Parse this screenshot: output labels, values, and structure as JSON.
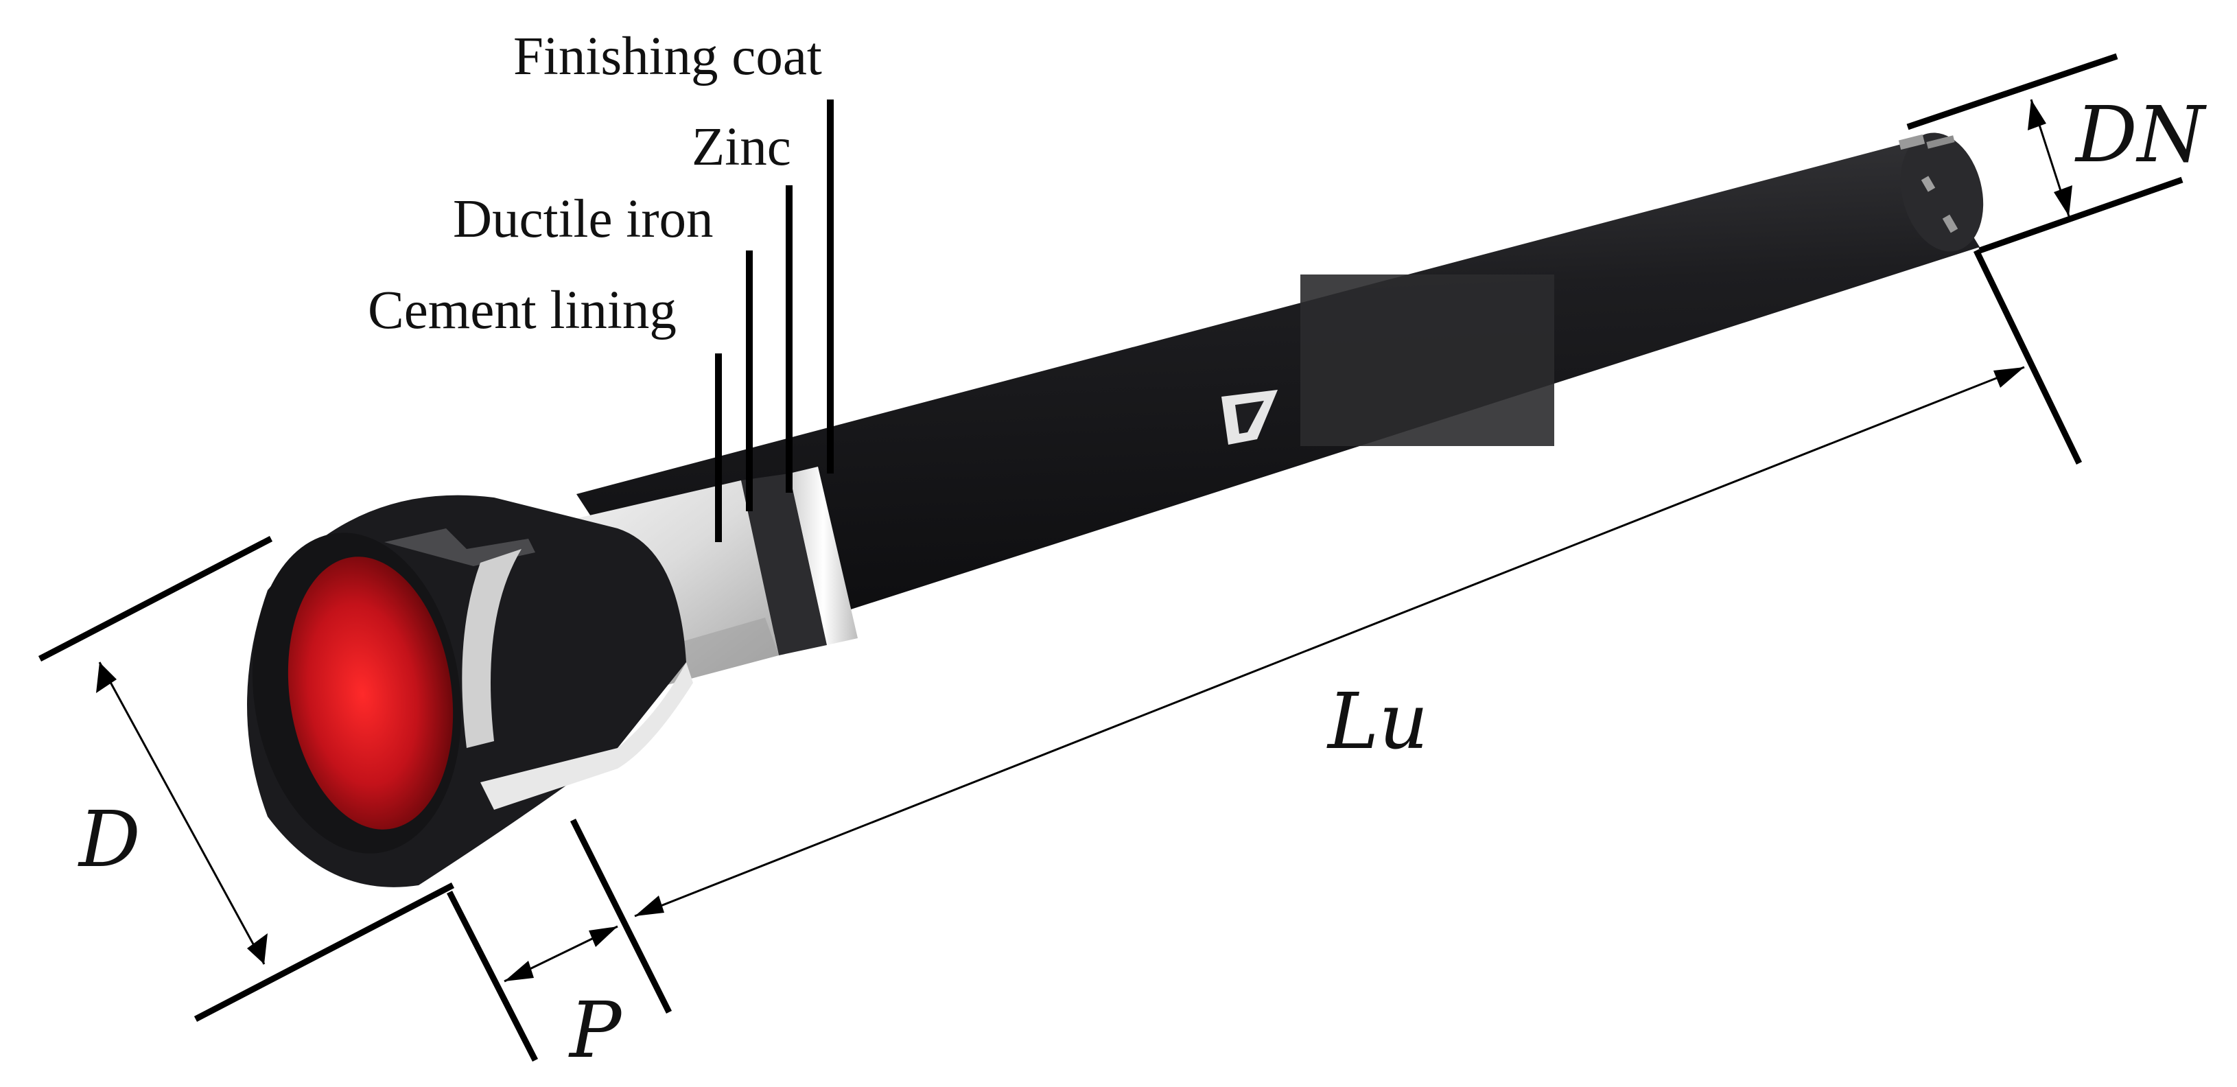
{
  "layers": {
    "finishing_coat": "Finishing coat",
    "zinc": "Zinc",
    "ductile_iron": "Ductile iron",
    "cement_lining": "Cement lining"
  },
  "dimensions": {
    "nominal_diameter": "DN",
    "socket_diameter": "D",
    "socket_depth": "P",
    "useful_length": "Lu"
  },
  "colors": {
    "pipe_body": "#1c1c1e",
    "socket_inner_red": "#b0121a",
    "cement_lining": "#d8d8d8",
    "zinc": "#e9e9e9",
    "dimension_line": "#000000"
  },
  "icons": {
    "pipe_logo": "manufacturer-logo-icon"
  }
}
